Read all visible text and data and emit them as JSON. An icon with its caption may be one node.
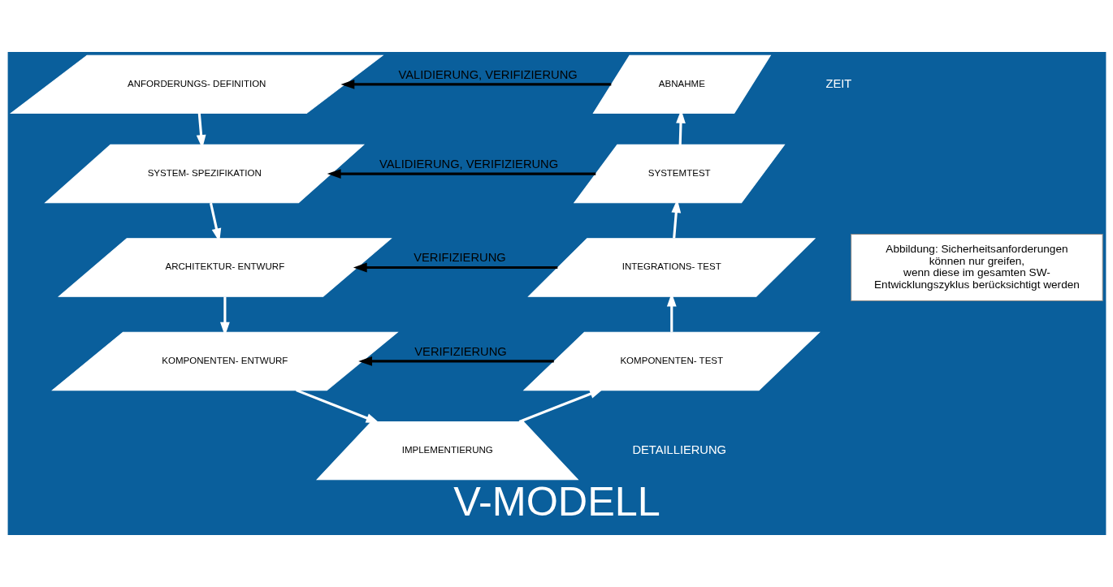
{
  "diagram": {
    "title": "V-MODELL",
    "caption": "Abbildung: Sicherheitsanforderungen können nur greifen, wenn diese im gesamten SW-Entwicklungszyklus berücksichtigt werden",
    "nodes": [
      {
        "text": [
          "ANFORDERUNGS- DEFINITION"
        ]
      },
      {
        "text": [
          "SYSTEM- SPEZIFIKATION"
        ]
      },
      {
        "text": [
          "ARCHITEKTUR- ENTWURF"
        ]
      },
      {
        "text": [
          "KOMPONENTEN- ENTWURF"
        ]
      },
      {
        "text": [
          "IMPLEMENTIERUNG"
        ]
      },
      {
        "text": [
          "KOMPONENTEN- TEST"
        ]
      },
      {
        "text": [
          "INTEGRATIONS- TEST"
        ]
      },
      {
        "text": [
          "SYSTEMTEST"
        ]
      },
      {
        "text": [
          "ABNAHME"
        ]
      }
    ],
    "edges": [
      {
        "from": 0,
        "to": 1,
        "arrow": "to"
      },
      {
        "from": 1,
        "to": 2,
        "arrow": "to"
      },
      {
        "from": 2,
        "to": 3,
        "arrow": "to"
      },
      {
        "from": 3,
        "to": 4,
        "arrow": "to"
      },
      {
        "from": 4,
        "to": 5,
        "arrow": "to"
      },
      {
        "from": 5,
        "to": 6,
        "arrow": "to"
      },
      {
        "from": 6,
        "to": 7,
        "arrow": "to"
      },
      {
        "from": 7,
        "to": 8,
        "arrow": "to"
      },
      {
        "from": 8,
        "to": 0,
        "arrow": "to",
        "label": "VALIDIERUNG, VERIFIZIERUNG",
        "color": "#000000"
      },
      {
        "from": 7,
        "to": 1,
        "arrow": "to",
        "label": "VALIDIERUNG, VERIFIZIERUNG",
        "color": "#000000"
      },
      {
        "from": 6,
        "to": 2,
        "arrow": "to",
        "label": "VERIFIZIERUNG",
        "color": "#000000"
      },
      {
        "from": 5,
        "to": 3,
        "arrow": "to",
        "label": "VERIFIZIERUNG",
        "color": "#000000"
      }
    ],
    "labels": [
      "ZEIT",
      "DETAILLIERUNG"
    ]
  }
}
